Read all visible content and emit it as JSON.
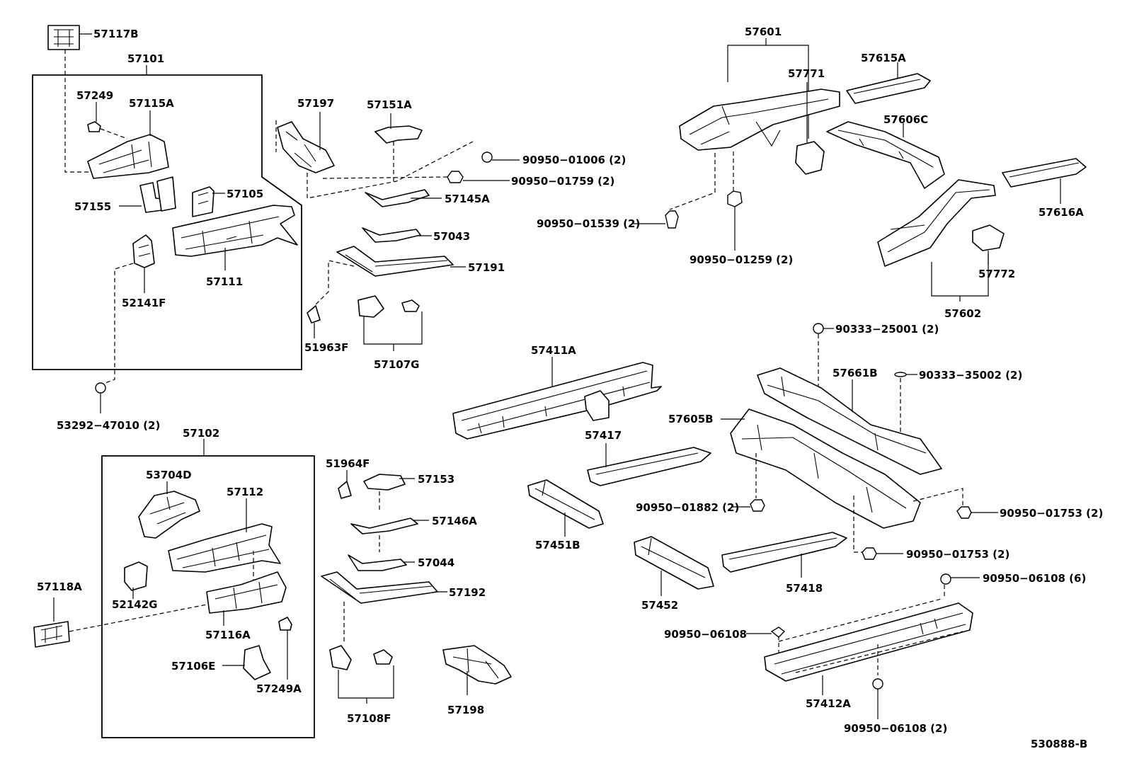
{
  "diagram": {
    "reference_code": "530888-B",
    "labels": {
      "p57117B": "57117B",
      "p57101": "57101",
      "p57249": "57249",
      "p57115A": "57115A",
      "p57155": "57155",
      "p57105": "57105",
      "p57111": "57111",
      "p52141F": "52141F",
      "p53292_47010": "53292−47010 (2)",
      "p57197": "57197",
      "p57151A": "57151A",
      "p90950_01006": "90950−01006 (2)",
      "p90950_01759": "90950−01759 (2)",
      "p57145A": "57145A",
      "p57043": "57043",
      "p57191": "57191",
      "p51963F": "51963F",
      "p57107G": "57107G",
      "p57601": "57601",
      "p57771": "57771",
      "p57615A": "57615A",
      "p57606C": "57606C",
      "p90950_01539": "90950−01539 (2)",
      "p90950_01259": "90950−01259 (2)",
      "p57616A": "57616A",
      "p57772": "57772",
      "p57602": "57602",
      "p90333_25001": "90333−25001 (2)",
      "p57661B": "57661B",
      "p90333_35002": "90333−35002 (2)",
      "p57411A": "57411A",
      "p57605B": "57605B",
      "p57417": "57417",
      "p90950_01882": "90950−01882 (2)",
      "p90950_01753a": "90950−01753 (2)",
      "p90950_01753b": "90950−01753 (2)",
      "p57451B": "57451B",
      "p57418": "57418",
      "p57452": "57452",
      "p90950_06108_6": "90950−06108 (6)",
      "p90950_06108": "90950−06108",
      "p57412A": "57412A",
      "p90950_06108_2": "90950−06108 (2)",
      "p57102": "57102",
      "p53704D": "53704D",
      "p57112": "57112",
      "p57118A": "57118A",
      "p52142G": "52142G",
      "p57116A": "57116A",
      "p57106E": "57106E",
      "p57249A": "57249A",
      "p51964F": "51964F",
      "p57153": "57153",
      "p57146A": "57146A",
      "p57044": "57044",
      "p57192": "57192",
      "p57108F": "57108F",
      "p57198": "57198"
    }
  }
}
